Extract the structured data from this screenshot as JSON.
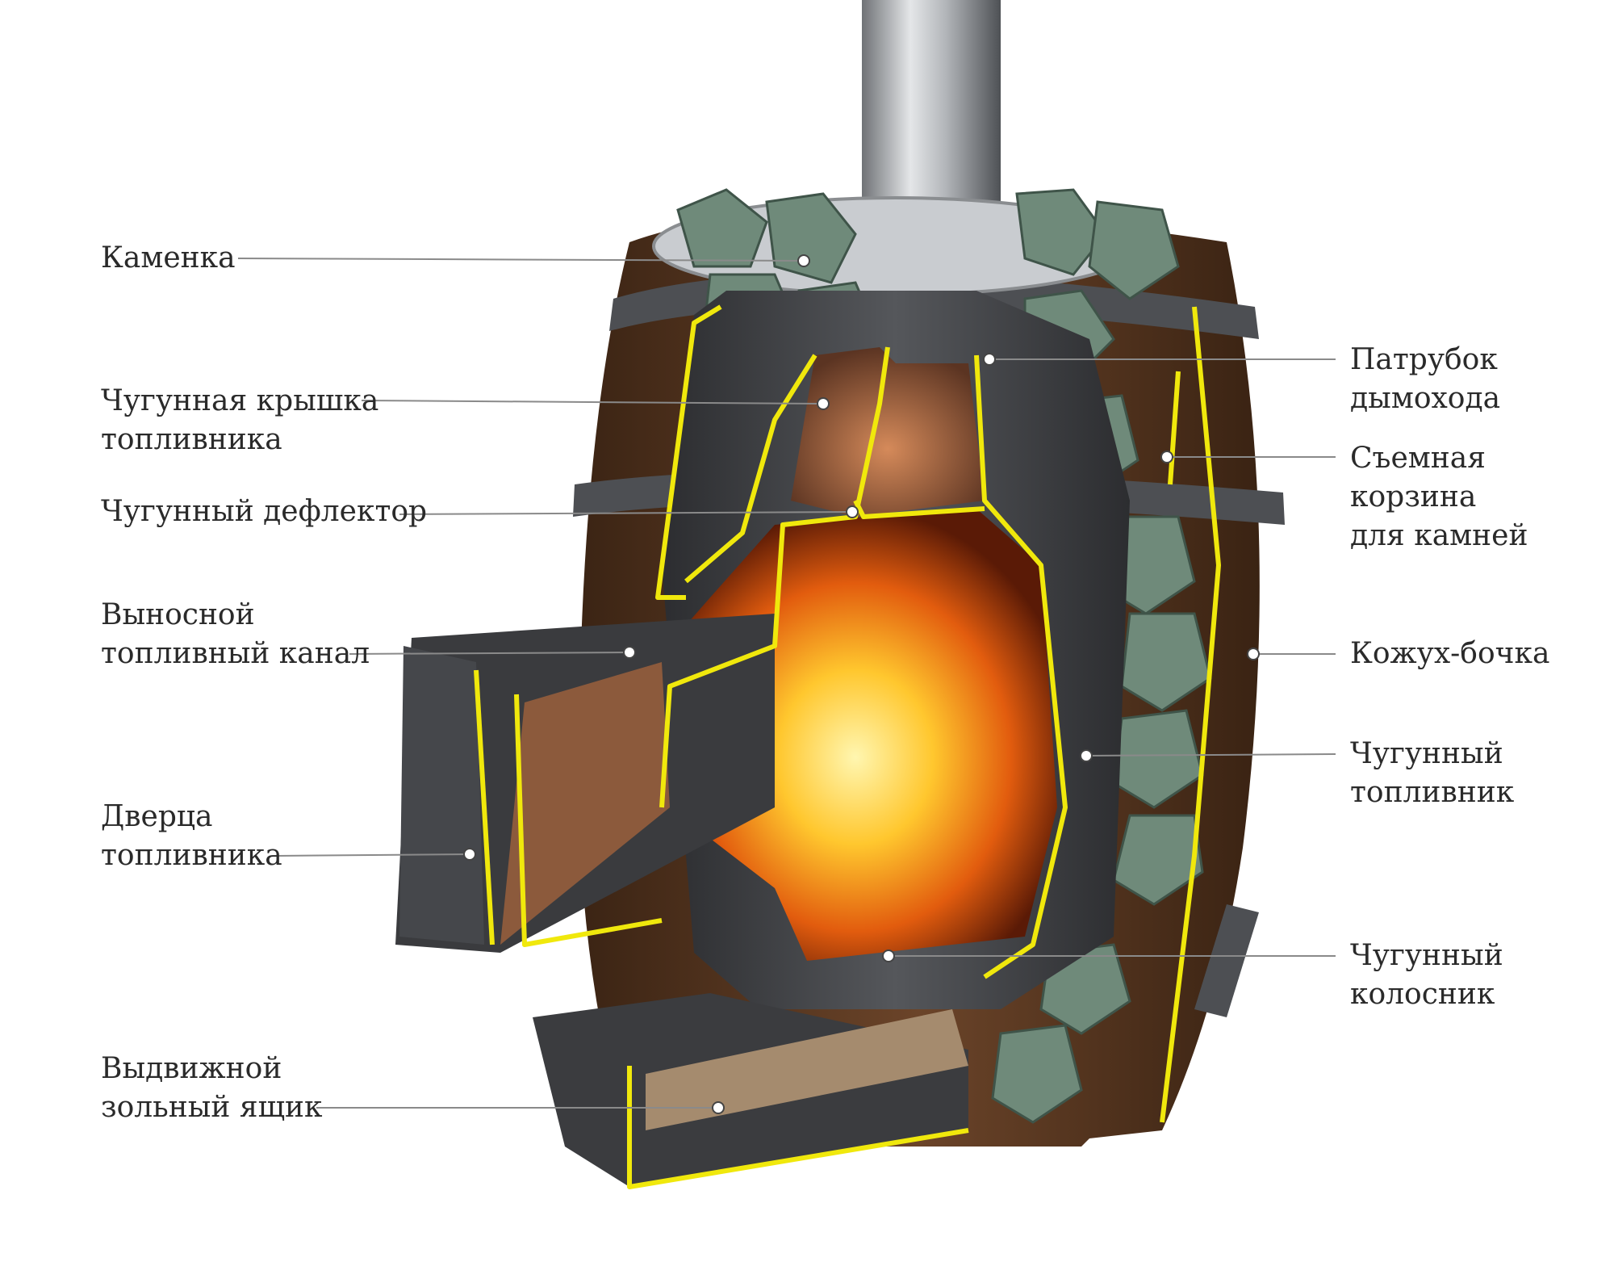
{
  "colors": {
    "cut_edge": "#f0e80c",
    "leader_line": "#8a8a8a",
    "cast_iron": "#3c3d40",
    "wood": "#5a3a22",
    "stone": "#6f8a7a",
    "fire": "#f9a31a",
    "pipe": "#b9bcc0"
  },
  "labels": {
    "kamenka": "Каменка",
    "lid": [
      "Чугунная крышка",
      "топливника"
    ],
    "deflector": "Чугунный дефлектор",
    "channel": [
      "Выносной",
      "топливный канал"
    ],
    "door": [
      "Дверца",
      "топливника"
    ],
    "ash_box": [
      "Выдвижной",
      "зольный ящик"
    ],
    "chimney": [
      "Патрубок",
      "дымохода"
    ],
    "basket": [
      "Съемная",
      "корзина",
      "для камней"
    ],
    "casing": "Кожух-бочка",
    "firebox": [
      "Чугунный",
      "топливник"
    ],
    "grate": [
      "Чугунный",
      "колосник"
    ]
  }
}
